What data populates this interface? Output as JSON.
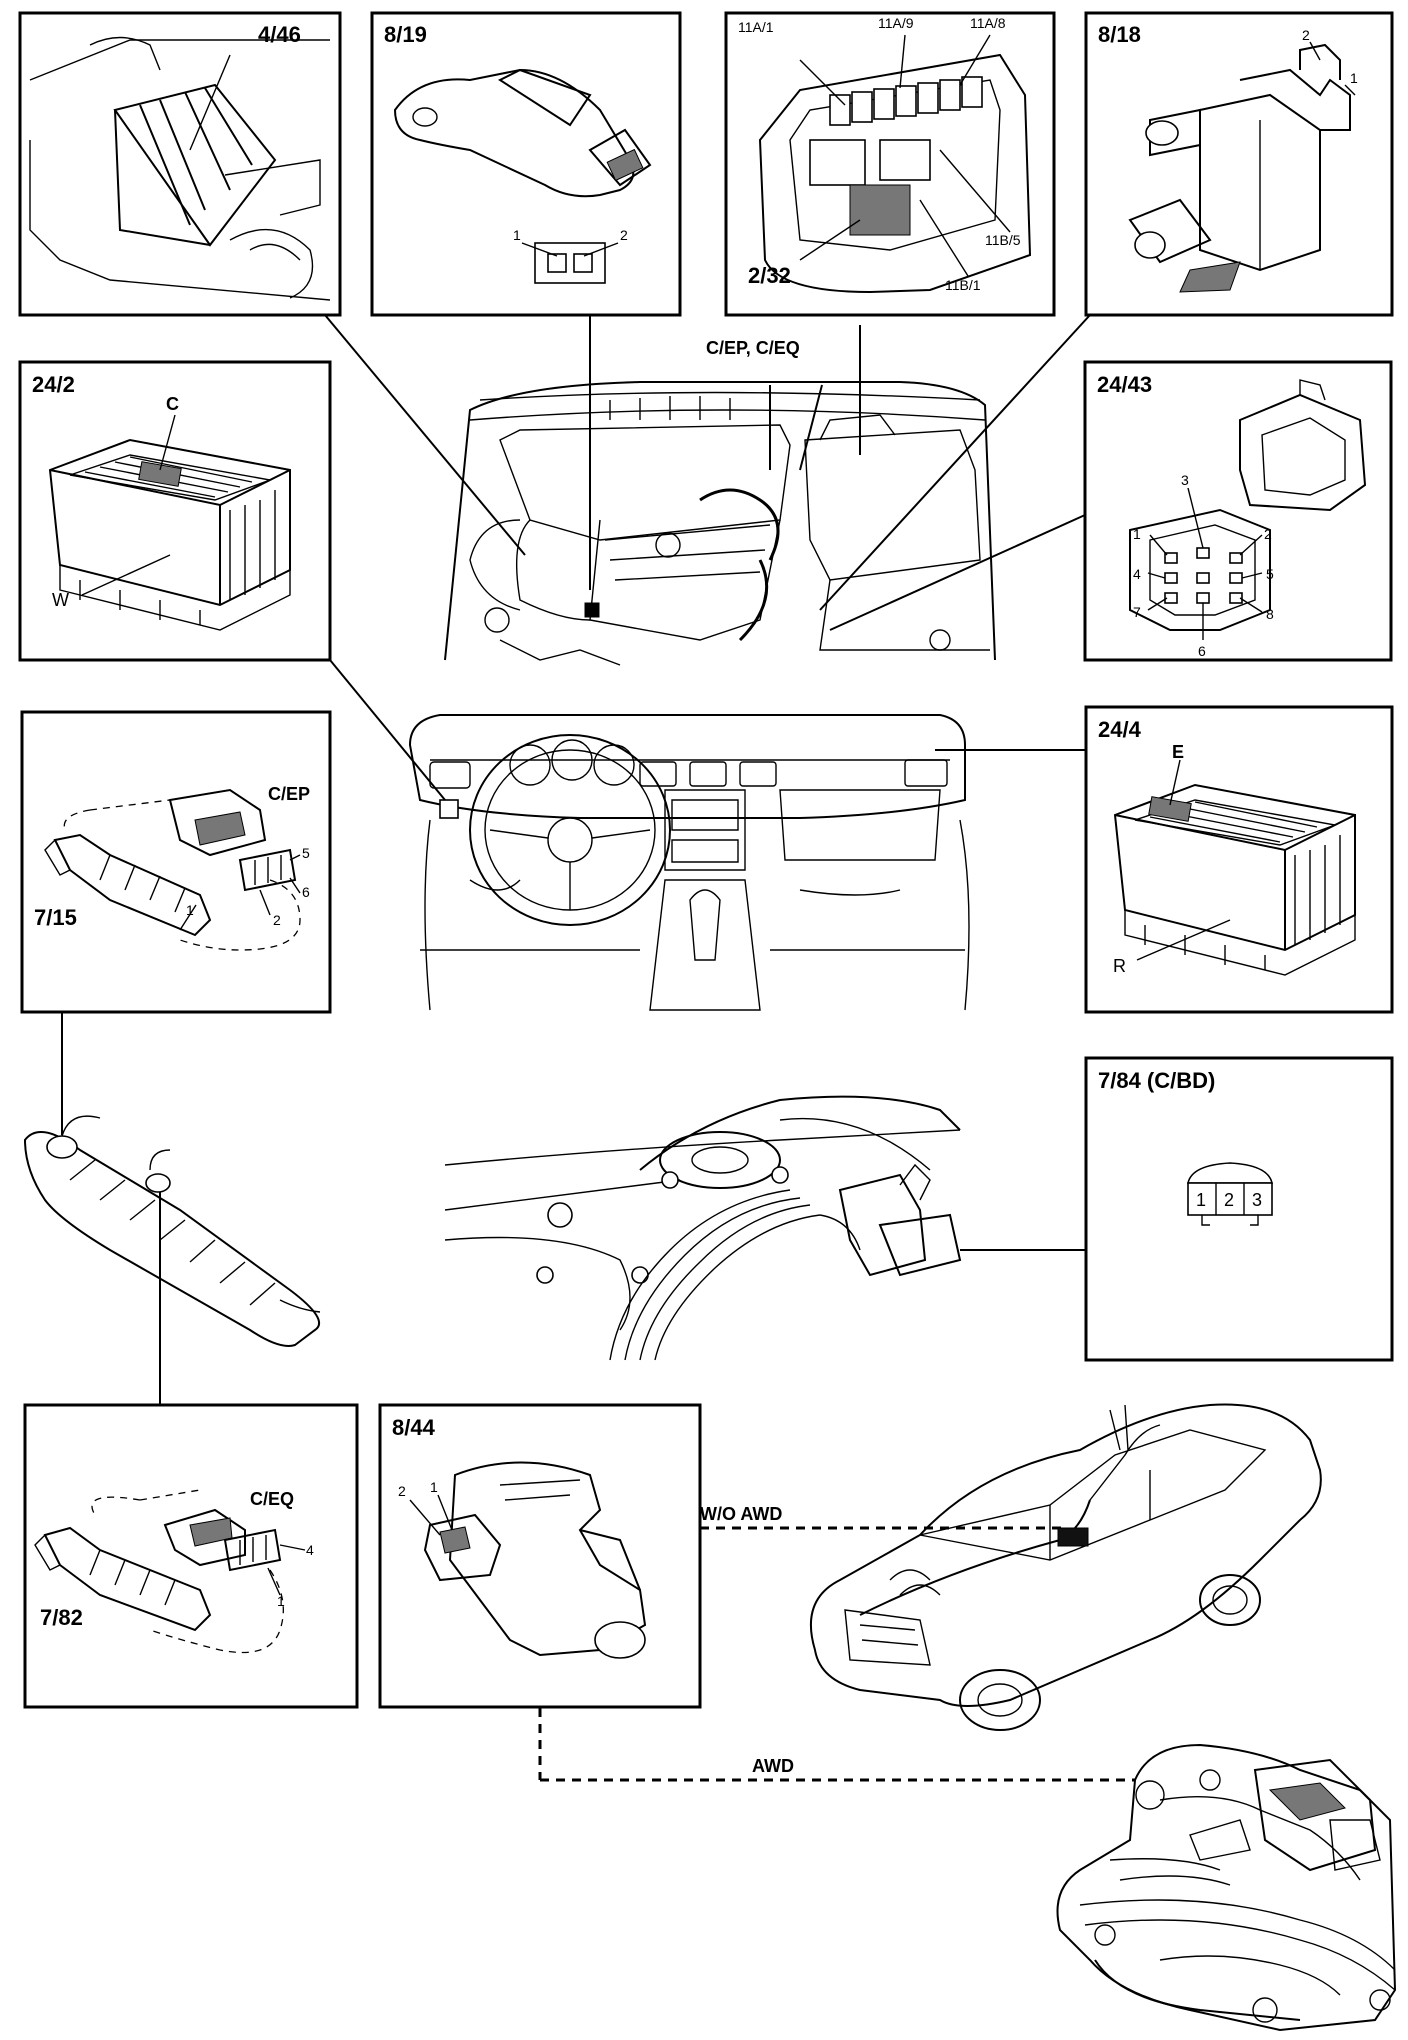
{
  "panels": {
    "p446": {
      "title": "4/46"
    },
    "p819": {
      "title": "8/19",
      "pins": [
        "1",
        "2"
      ]
    },
    "pfuse": {
      "labels": [
        "11A/1",
        "11A/9",
        "11A/8",
        "11B/5",
        "11B/1",
        "2/32"
      ]
    },
    "p818": {
      "title": "8/18",
      "pins": [
        "2",
        "1"
      ]
    },
    "p242": {
      "title": "24/2",
      "labels": [
        "C",
        "W"
      ]
    },
    "p2443": {
      "title": "24/43",
      "pins": [
        "3",
        "1",
        "2",
        "4",
        "5",
        "7",
        "8",
        "6"
      ]
    },
    "p715": {
      "title": "7/15",
      "connector": "C/EP",
      "pins": [
        "5",
        "6",
        "1",
        "2"
      ]
    },
    "p244": {
      "title": "24/4",
      "labels": [
        "E",
        "R"
      ]
    },
    "p784": {
      "title": "7/84 (C/BD)",
      "pins": [
        "1",
        "2",
        "3"
      ]
    },
    "p782": {
      "title": "7/82",
      "connector": "C/EQ",
      "pins": [
        "4",
        "1"
      ]
    },
    "p844": {
      "title": "8/44",
      "pins": [
        "2",
        "1"
      ]
    }
  },
  "callouts": {
    "engine_connectors": "C/EP, C/EQ",
    "wo_awd": "W/O AWD",
    "awd": "AWD"
  }
}
